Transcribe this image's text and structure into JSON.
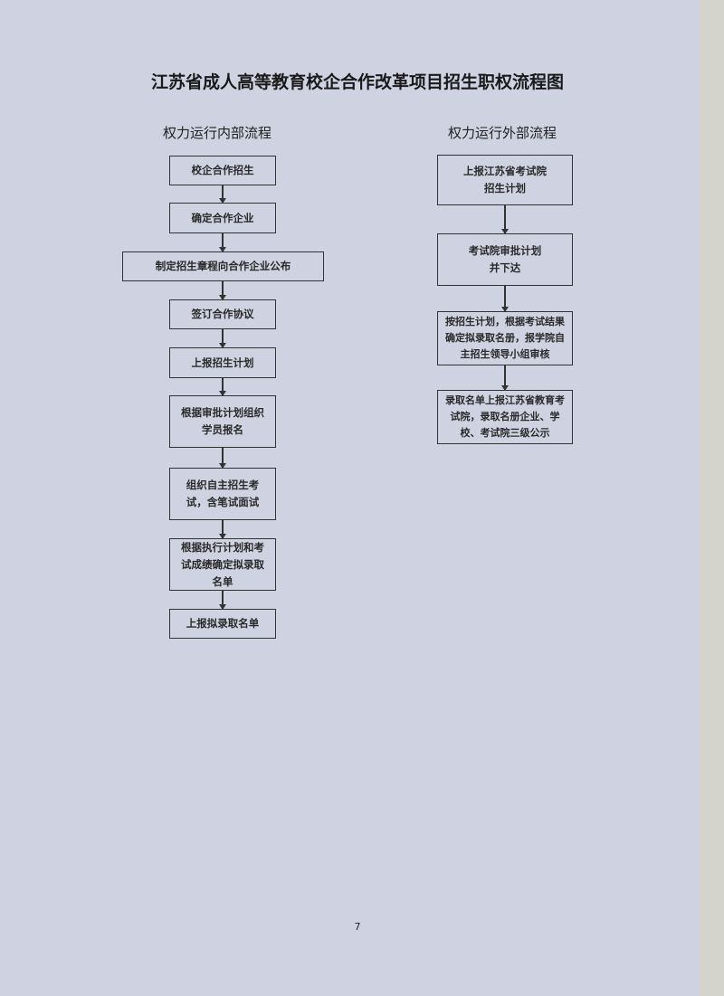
{
  "title": "江苏省成人高等教育校企合作改革项目招生职权流程图",
  "internal": {
    "heading": "权力运行内部流程",
    "steps": [
      "校企合作招生",
      "确定合作企业",
      "制定招生章程向合作企业公布",
      "签订合作协议",
      "上报招生计划",
      "根据审批计划组织学员报名",
      "组织自主招生考试，含笔试面试",
      "根据执行计划和考试成绩确定拟录取名单",
      "上报拟录取名单"
    ]
  },
  "external": {
    "heading": "权力运行外部流程",
    "steps": [
      "上报江苏省考试院招生计划",
      "考试院审批计划并下达",
      "按招生计划，根据考试结果确定拟录取名册，报学院自主招生领导小组审核",
      "录取名单上报江苏省教育考试院，录取名册企业、学校、考试院三级公示"
    ]
  },
  "page_number": "7"
}
